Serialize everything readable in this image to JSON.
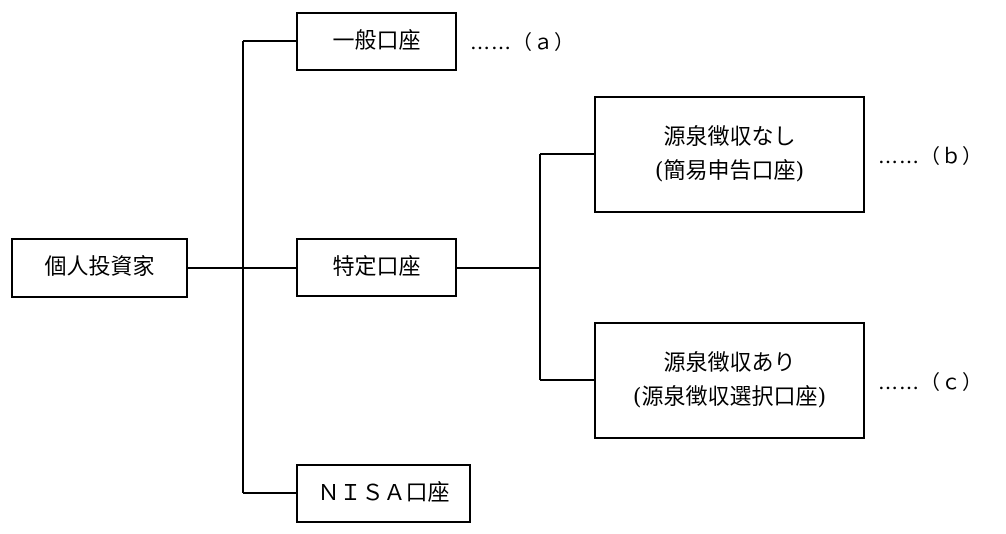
{
  "diagram": {
    "root": {
      "label": "個人投資家"
    },
    "accounts": {
      "ippan": {
        "label": "一般口座",
        "note": "……（ａ）"
      },
      "tokutei": {
        "label": "特定口座"
      },
      "nisa": {
        "label": "ＮＩＳＡ口座"
      }
    },
    "tokutei_children": {
      "no_withholding": {
        "line1": "源泉徴収なし",
        "line2": "(簡易申告口座)",
        "note": "……（ｂ）"
      },
      "with_withholding": {
        "line1": "源泉徴収あり",
        "line2": "(源泉徴収選択口座)",
        "note": "……（ｃ）"
      }
    }
  }
}
